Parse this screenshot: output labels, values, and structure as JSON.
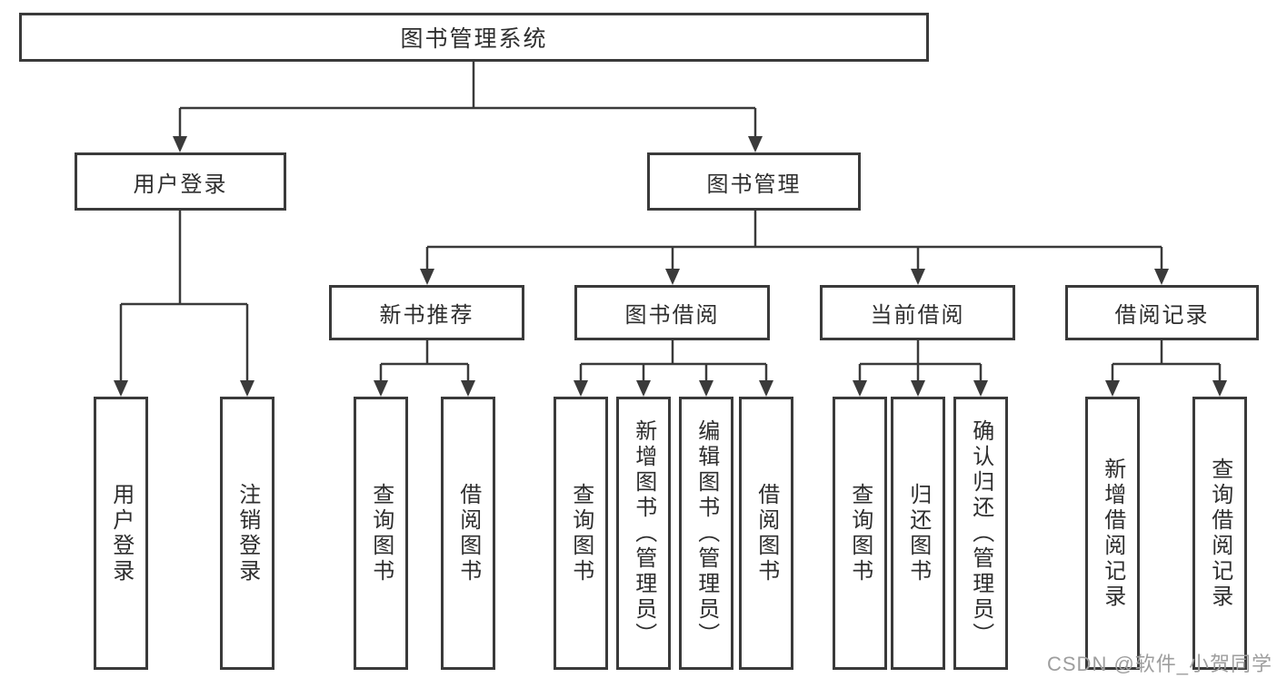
{
  "tree": {
    "label": "图书管理系统",
    "children": [
      {
        "label": "用户登录",
        "children": [
          {
            "label": "用户登录"
          },
          {
            "label": "注销登录"
          }
        ]
      },
      {
        "label": "图书管理",
        "children": [
          {
            "label": "新书推荐",
            "children": [
              {
                "label": "查询图书"
              },
              {
                "label": "借阅图书"
              }
            ]
          },
          {
            "label": "图书借阅",
            "children": [
              {
                "label": "查询图书"
              },
              {
                "label": "新增图书（管理员）"
              },
              {
                "label": "编辑图书（管理员）"
              },
              {
                "label": "借阅图书"
              }
            ]
          },
          {
            "label": "当前借阅",
            "children": [
              {
                "label": "查询图书"
              },
              {
                "label": "归还图书"
              },
              {
                "label": "确认归还（管理员）"
              }
            ]
          },
          {
            "label": "借阅记录",
            "children": [
              {
                "label": "新增借阅记录"
              },
              {
                "label": "查询借阅记录"
              }
            ]
          }
        ]
      }
    ]
  },
  "watermark": {
    "text": "CSDN @软件_小贺同学"
  },
  "colors": {
    "line": "#3a3a3a",
    "text": "#2e2e2e",
    "watermark": "#9e9e9e",
    "background": "#ffffff"
  }
}
